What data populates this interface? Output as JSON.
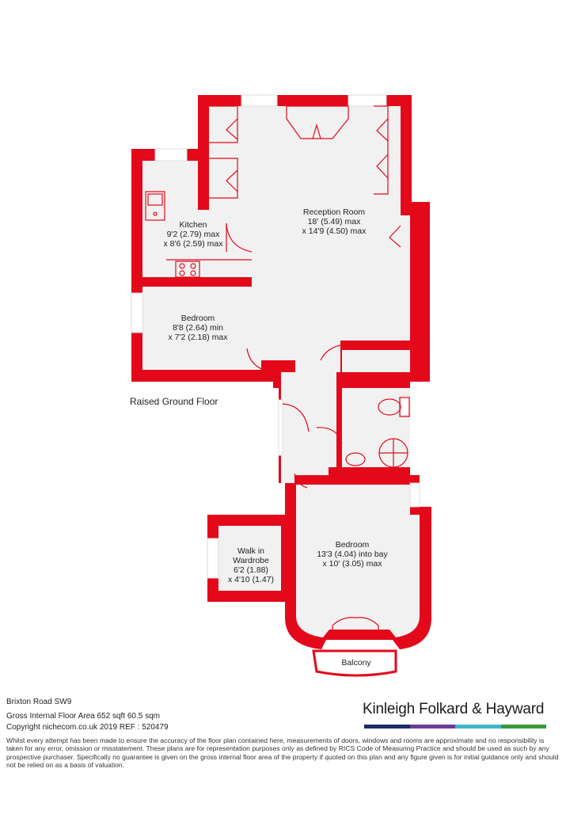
{
  "colors": {
    "wall": "#e3091b",
    "floor": "#f1f1f1",
    "window": "#ffffff",
    "brand_bar": [
      "#1d2a6b",
      "#6a3d9a",
      "#3fb6c6",
      "#3a9a3a"
    ]
  },
  "rooms": {
    "reception": {
      "name": "Reception Room",
      "dim1": "18' (5.49) max",
      "dim2": "x 14'9 (4.50) max"
    },
    "kitchen": {
      "name": "Kitchen",
      "dim1": "9'2 (2.79) max",
      "dim2": "x 8'6 (2.59) max"
    },
    "bedroom1": {
      "name": "Bedroom",
      "dim1": "8'8 (2.64) min",
      "dim2": "x 7'2 (2.18) max"
    },
    "bedroom2": {
      "name": "Bedroom",
      "dim1": "13'3 (4.04) into bay",
      "dim2": "x 10' (3.05) max"
    },
    "wardrobe": {
      "name1": "Walk in",
      "name2": "Wardrobe",
      "dim1": "6'2 (1.88)",
      "dim2": "x 4'10 (1.47)"
    },
    "balcony": {
      "name": "Balcony"
    }
  },
  "floor_label": "Raised Ground Floor",
  "footer": {
    "address": "Brixton Road  SW9",
    "area": "Gross Internal Floor Area 652 sqft 60.5 sqm",
    "copyright": "Copyright nichecom.co.uk 2019 REF : 520479",
    "disclaimer": "Whilst every attempt has been made to ensure the accuracy of the floor plan contained here, measurements of doors, windows and rooms are approximate and no responsibility is taken for any error, omission or misstatement. These plans are for representation purposes only as defined by RICS Code of Measuring Practice and should be used as such by any prospective purchaser.  Specifically no guarantee is given on the gross internal floor area of the property if quoted on this plan and any figure given is for initial guidance only and should not be relied on as a basis of valuation."
  },
  "brand": {
    "name": "Kinleigh Folkard & Hayward"
  }
}
